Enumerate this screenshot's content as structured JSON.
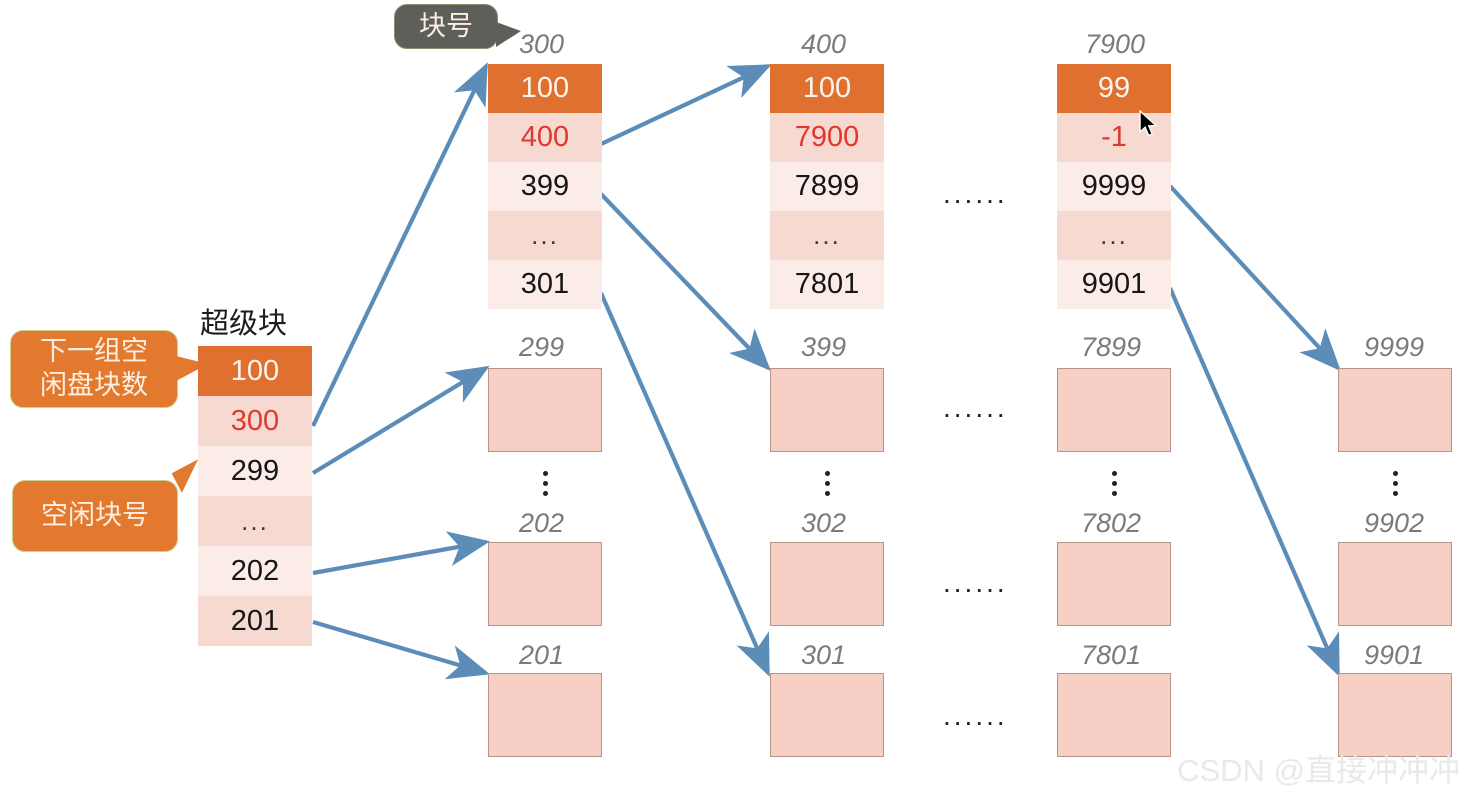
{
  "diagram": {
    "title_superblock": "超级块",
    "callouts": [
      {
        "name": "next-group-count",
        "text": "下一组空\n闲盘块数",
        "color": "#e2792f"
      },
      {
        "name": "free-block-number",
        "text": "空闲块号",
        "color": "#e2792f"
      },
      {
        "name": "block-number",
        "text": "块号",
        "color": "#5f5f59"
      }
    ],
    "superblock": {
      "label": "超级块",
      "cells": [
        {
          "value": "100",
          "style": "head"
        },
        {
          "value": "300",
          "style": "red"
        },
        {
          "value": "299",
          "style": "normal"
        },
        {
          "value": "...",
          "style": "dots"
        },
        {
          "value": "202",
          "style": "normal"
        },
        {
          "value": "201",
          "style": "normal"
        }
      ]
    },
    "index_blocks": [
      {
        "block_label": "300",
        "cells": [
          {
            "value": "100",
            "style": "head"
          },
          {
            "value": "400",
            "style": "red"
          },
          {
            "value": "399",
            "style": "normal"
          },
          {
            "value": "...",
            "style": "dots"
          },
          {
            "value": "301",
            "style": "normal"
          }
        ]
      },
      {
        "block_label": "400",
        "cells": [
          {
            "value": "100",
            "style": "head"
          },
          {
            "value": "7900",
            "style": "red"
          },
          {
            "value": "7899",
            "style": "normal"
          },
          {
            "value": "...",
            "style": "dots"
          },
          {
            "value": "7801",
            "style": "normal"
          }
        ]
      },
      {
        "block_label": "7900",
        "cells": [
          {
            "value": "99",
            "style": "head"
          },
          {
            "value": "-1",
            "style": "red"
          },
          {
            "value": "9999",
            "style": "normal"
          },
          {
            "value": "...",
            "style": "dots"
          },
          {
            "value": "9901",
            "style": "normal"
          }
        ]
      }
    ],
    "free_block_columns": [
      {
        "column": 1,
        "labels": [
          "299",
          "202",
          "201"
        ]
      },
      {
        "column": 2,
        "labels": [
          "399",
          "302",
          "301"
        ]
      },
      {
        "column": 3,
        "labels": [
          "7899",
          "7802",
          "7801"
        ]
      },
      {
        "column": 4,
        "labels": [
          "9999",
          "9902",
          "9901"
        ]
      }
    ],
    "ellipsis_horizontal": "......",
    "watermark": "CSDN @直接冲冲冲"
  }
}
